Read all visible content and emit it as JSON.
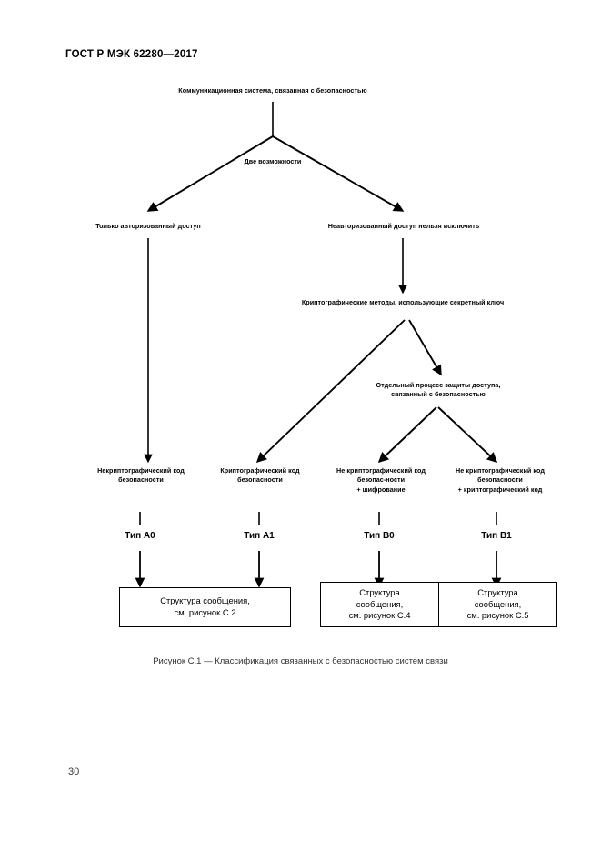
{
  "document": {
    "header": "ГОСТ Р МЭК 62280—2017",
    "page_number": "30",
    "figure_caption": "Рисунок С.1 — Классификация связанных с безопасностью систем связи"
  },
  "diagram": {
    "root": "Коммуникационная система, связанная с безопасностью",
    "edge_label": "Две возможности",
    "branch_left": "Только авторизованный доступ",
    "branch_right": "Неавторизованный доступ нельзя исключить",
    "crypto_methods": "Криптографические методы, использующие секретный ключ",
    "separate_process": "Отдельный процесс защиты доступа,\nсвязанный с безопасностью",
    "leaves": [
      "Некриптографический код\nбезопасности",
      "Криптографический код\nбезопасности",
      "Не криптографический код\nбезопас-ности\n+ шифрование",
      "Не криптографический код\nбезопасности\n+ криптографический код"
    ],
    "types": [
      "Тип А0",
      "Тип А1",
      "Тип В0",
      "Тип В1"
    ],
    "message_boxes": [
      "Структура сообщения,\nсм. рисунок С.2",
      "Структура\nсообщения,\nсм. рисунок С.4",
      "Структура\nсообщения,\nсм. рисунок С.5"
    ]
  },
  "colors": {
    "ink": "#000000",
    "paper": "#ffffff"
  }
}
